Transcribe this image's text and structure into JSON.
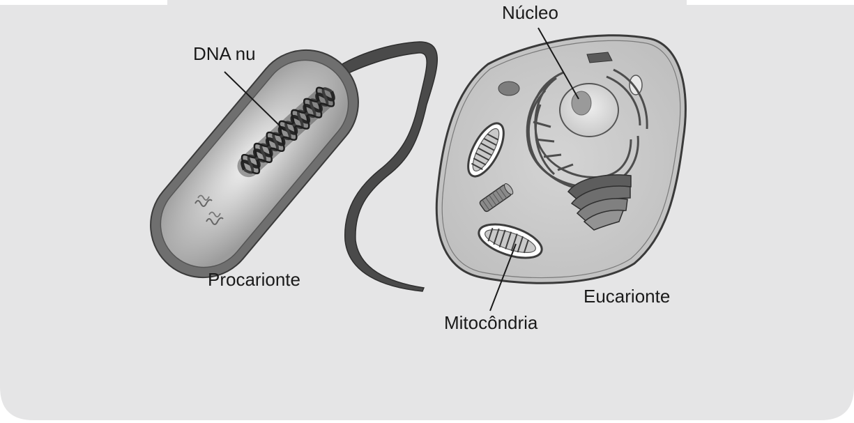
{
  "labels": {
    "dna": "DNA nu",
    "nucleus": "Núcleo",
    "prokaryote": "Procarionte",
    "eukaryote": "Eucarionte",
    "mitochondria": "Mitocôndria"
  }
}
